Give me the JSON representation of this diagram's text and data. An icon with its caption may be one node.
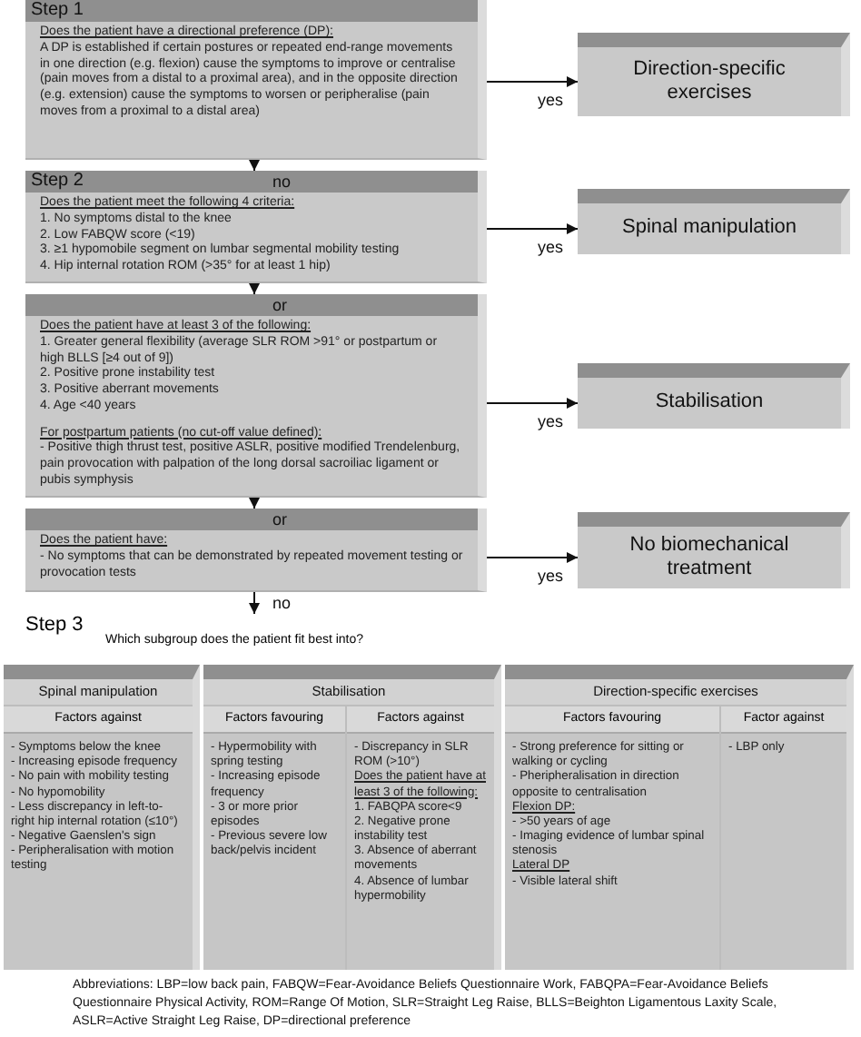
{
  "diagram": {
    "caption": "Abbreviations: LBP=low back pain, FABQW=Fear-Avoidance Beliefs Questionnaire Work, FABQPA=Fear-Avoidance Beliefs Questionnaire Physical Activity, ROM=Range Of Motion, SLR=Straight Leg Raise, BLLS=Beighton Ligamentous Laxity Scale, ASLR=Active Straight Leg Raise, DP=directional preference",
    "nodes": [
      {
        "text": [
          "Step 1",
          "Does the patient have a directional preference (DP):",
          "A DP is established if certain postures or repeated end-range movements in one direction (e.g. flexion) cause the symptoms to improve or centralise (pain moves from a distal to a proximal area), and in the opposite direction (e.g. extension) cause the symptoms to worsen or peripheralise (pain moves from a proximal to a distal area)"
        ]
      },
      {
        "text": [
          "Direction-specific exercises"
        ]
      },
      {
        "text": [
          "Step 2",
          "Does the patient meet the following 4 criteria:",
          "1. No symptoms distal to the knee",
          "2. Low FABQW score (<19)",
          "3. ≥1 hypomobile segment on lumbar segmental mobility testing",
          "4. Hip internal rotation ROM (>35° for at least 1 hip)"
        ]
      },
      {
        "text": [
          "Spinal manipulation"
        ]
      },
      {
        "text": [
          "Does the patient have at least 3 of the following:",
          "1. Greater general flexibility (average SLR ROM >91° or postpartum or high BLLS [≥4 out of 9])",
          "2. Positive prone instability test",
          "3. Positive aberrant movements",
          "4. Age <40 years",
          "For postpartum patients (no cut-off value defined):",
          "- Positive thigh thrust test, positive ASLR, positive modified Trendelenburg, pain provocation with palpation of the long dorsal sacroiliac ligament or pubis symphysis"
        ]
      },
      {
        "text": [
          "Stabilisation"
        ]
      },
      {
        "text": [
          "Does the patient have:",
          "- No symptoms that can be demonstrated by repeated movement testing or provocation tests"
        ]
      },
      {
        "text": [
          "No biomechanical treatment"
        ]
      },
      {
        "text": [
          "Step 3",
          "Which subgroup does the patient fit best into?"
        ]
      },
      {
        "text": [
          "Spinal manipulation"
        ]
      },
      {
        "text": [
          "Factors against",
          "- Symptoms below the knee",
          "- Increasing episode frequency",
          "- No pain with mobility testing",
          "- No hypomobility",
          "- Less discrepancy in left-to-right hip internal rotation (≤10°)",
          "- Negative Gaenslen's sign",
          "- Peripheralisation with motion testing"
        ],
        "in": 9
      },
      {
        "text": [
          "Stabilisation"
        ]
      },
      {
        "text": [
          "Factors favouring",
          "- Hypermobility with spring testing",
          "- Increasing episode frequency",
          "- 3 or more prior episodes",
          "- Previous severe low back/pelvis incident"
        ],
        "in": 11
      },
      {
        "text": [
          "Factors against",
          "- Discrepancy in SLR ROM (>10°)",
          "Does the patient have at least 3 of the following:",
          "1. FABQPA score<9",
          "2. Negative prone instability test",
          "3. Absence of aberrant movements",
          "4. Absence of lumbar hypermobility"
        ],
        "in": 11
      },
      {
        "text": [
          "Direction-specific exercises"
        ]
      },
      {
        "text": [
          "Factors favouring",
          "- Strong preference for sitting or walking or cycling",
          "- Pheripheralisation in direction opposite to centralisation",
          "Flexion DP:",
          "- >50 years of age",
          "- Imaging evidence of lumbar spinal stenosis",
          "Lateral DP",
          "- Visible lateral shift"
        ],
        "in": 14
      },
      {
        "text": [
          "Factor against",
          "- LBP only"
        ],
        "in": 14
      }
    ],
    "edges": [
      {
        "from": 0,
        "to": 1,
        "arrow": "to",
        "label": "yes"
      },
      {
        "from": 0,
        "to": 2,
        "arrow": "to",
        "label": "no"
      },
      {
        "from": 2,
        "to": 3,
        "arrow": "to",
        "label": "yes"
      },
      {
        "from": 2,
        "to": 4,
        "arrow": "to",
        "label": "or"
      },
      {
        "from": 4,
        "to": 5,
        "arrow": "to",
        "label": "yes"
      },
      {
        "from": 4,
        "to": 6,
        "arrow": "to",
        "label": "or"
      },
      {
        "from": 6,
        "to": 7,
        "arrow": "to",
        "label": "yes"
      },
      {
        "from": 6,
        "to": 8,
        "arrow": "to",
        "label": "no"
      }
    ]
  }
}
